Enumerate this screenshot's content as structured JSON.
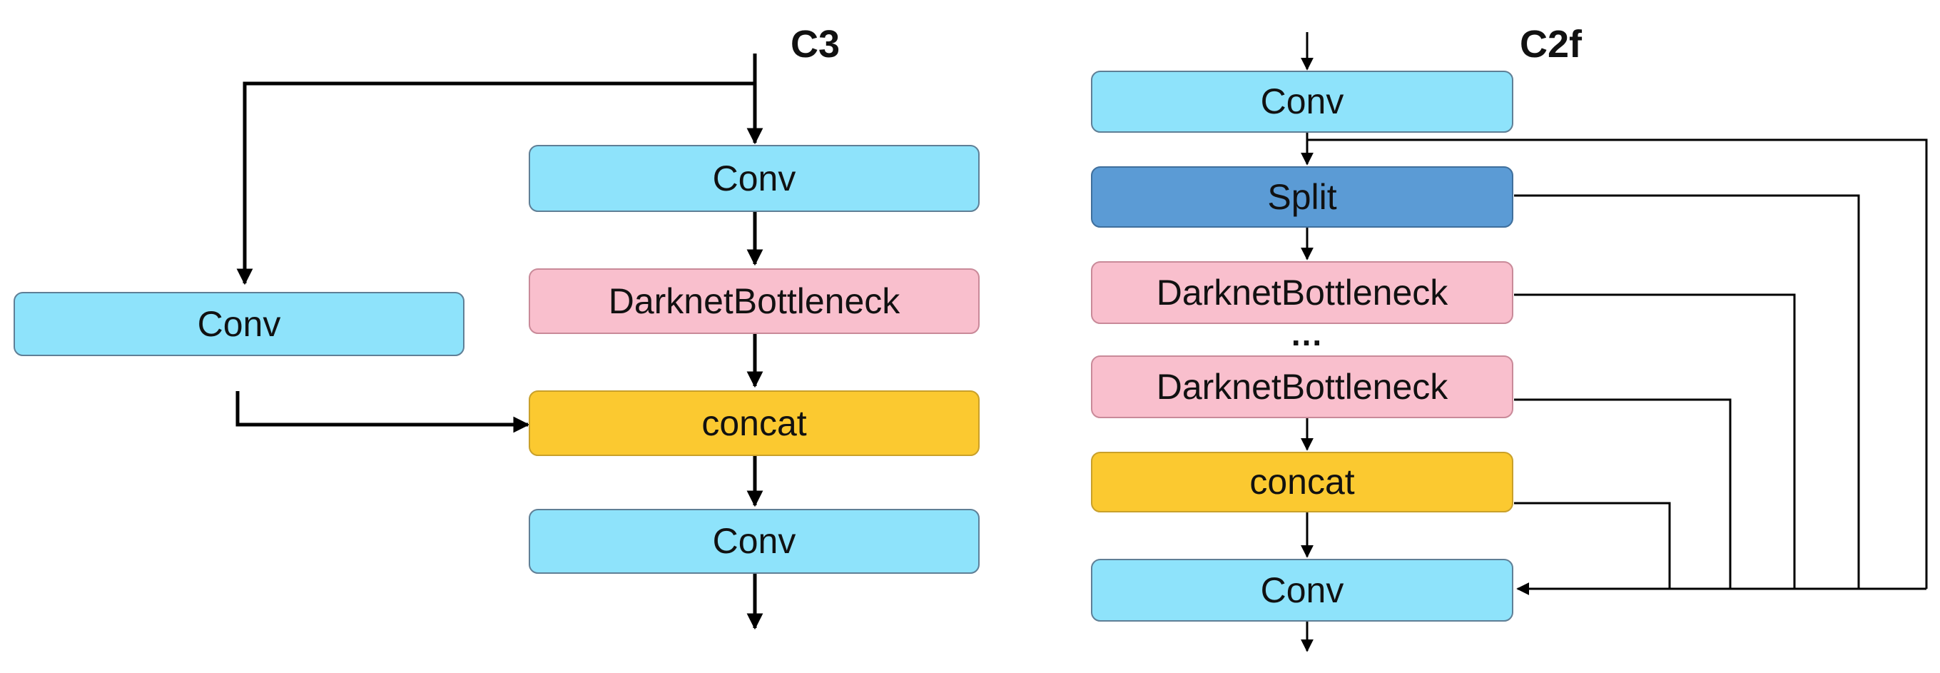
{
  "colors": {
    "conv": "#8ee3fb",
    "split": "#5b9bd5",
    "darknet_bottleneck": "#f9bfcd",
    "concat": "#fbc930",
    "line": "#000000"
  },
  "c3": {
    "title": "C3",
    "top_conv": "Conv",
    "side_conv": "Conv",
    "bottleneck": "DarknetBottleneck",
    "concat": "concat",
    "out_conv": "Conv"
  },
  "c2f": {
    "title": "C2f",
    "top_conv": "Conv",
    "split": "Split",
    "bottleneck_first": "DarknetBottleneck",
    "ellipsis": "...",
    "bottleneck_last": "DarknetBottleneck",
    "concat": "concat",
    "out_conv": "Conv"
  }
}
